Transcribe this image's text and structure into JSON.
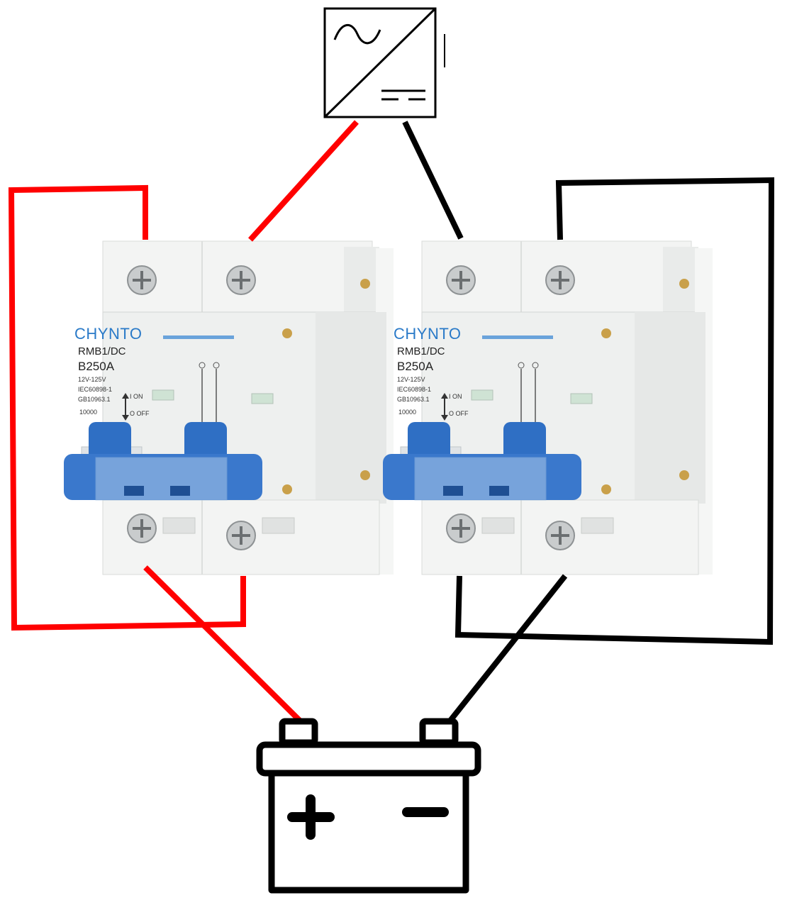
{
  "breakers": [
    {
      "brand": "CHYNTO",
      "model": "RMB1/DC",
      "rating": "B250A",
      "voltage": "12V-125V",
      "standard1": "IEC60898-1",
      "standard2": "GB10963.1",
      "capacity": "10000",
      "on_label": "I ON",
      "off_label": "O OFF"
    },
    {
      "brand": "CHYNTO",
      "model": "RMB1/DC",
      "rating": "B250A",
      "voltage": "12V-125V",
      "standard1": "IEC60898-1",
      "standard2": "GB10963.1",
      "capacity": "10000",
      "on_label": "I ON",
      "off_label": "O OFF"
    }
  ],
  "colors": {
    "positive_wire": "#ff0000",
    "negative_wire": "#000000",
    "breaker_body": "#eef0ef",
    "toggle_blue": "#2f6fc4",
    "brand_blue": "#2a7ac8"
  },
  "icons": {
    "inverter": "ac-dc-converter-icon",
    "battery": "battery-icon"
  }
}
